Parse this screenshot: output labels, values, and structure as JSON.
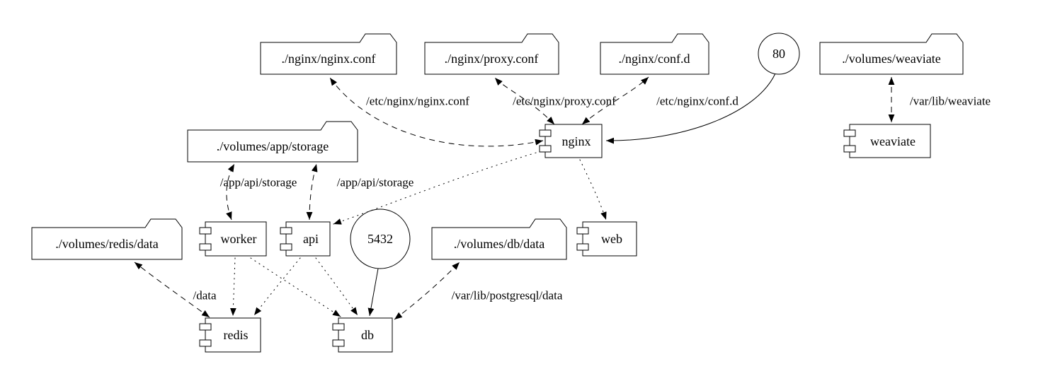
{
  "diagram": {
    "volumes": {
      "nginx_conf": "./nginx/nginx.conf",
      "nginx_proxy_conf": "./nginx/proxy.conf",
      "nginx_conf_d": "./nginx/conf.d",
      "volumes_weaviate": "./volumes/weaviate",
      "volumes_app_storage": "./volumes/app/storage",
      "volumes_redis_data": "./volumes/redis/data",
      "volumes_db_data": "./volumes/db/data"
    },
    "ports": {
      "http": "80",
      "postgres": "5432"
    },
    "services": {
      "nginx": "nginx",
      "weaviate": "weaviate",
      "worker": "worker",
      "api": "api",
      "web": "web",
      "redis": "redis",
      "db": "db"
    },
    "mount_labels": {
      "etc_nginx_nginx_conf": "/etc/nginx/nginx.conf",
      "etc_nginx_proxy_conf": "/etc/nginx/proxy.conf",
      "etc_nginx_conf_d": "/etc/nginx/conf.d",
      "var_lib_weaviate": "/var/lib/weaviate",
      "app_api_storage_worker": "/app/api/storage",
      "app_api_storage_api": "/app/api/storage",
      "data": "/data",
      "var_lib_postgresql_data": "/var/lib/postgresql/data"
    }
  }
}
